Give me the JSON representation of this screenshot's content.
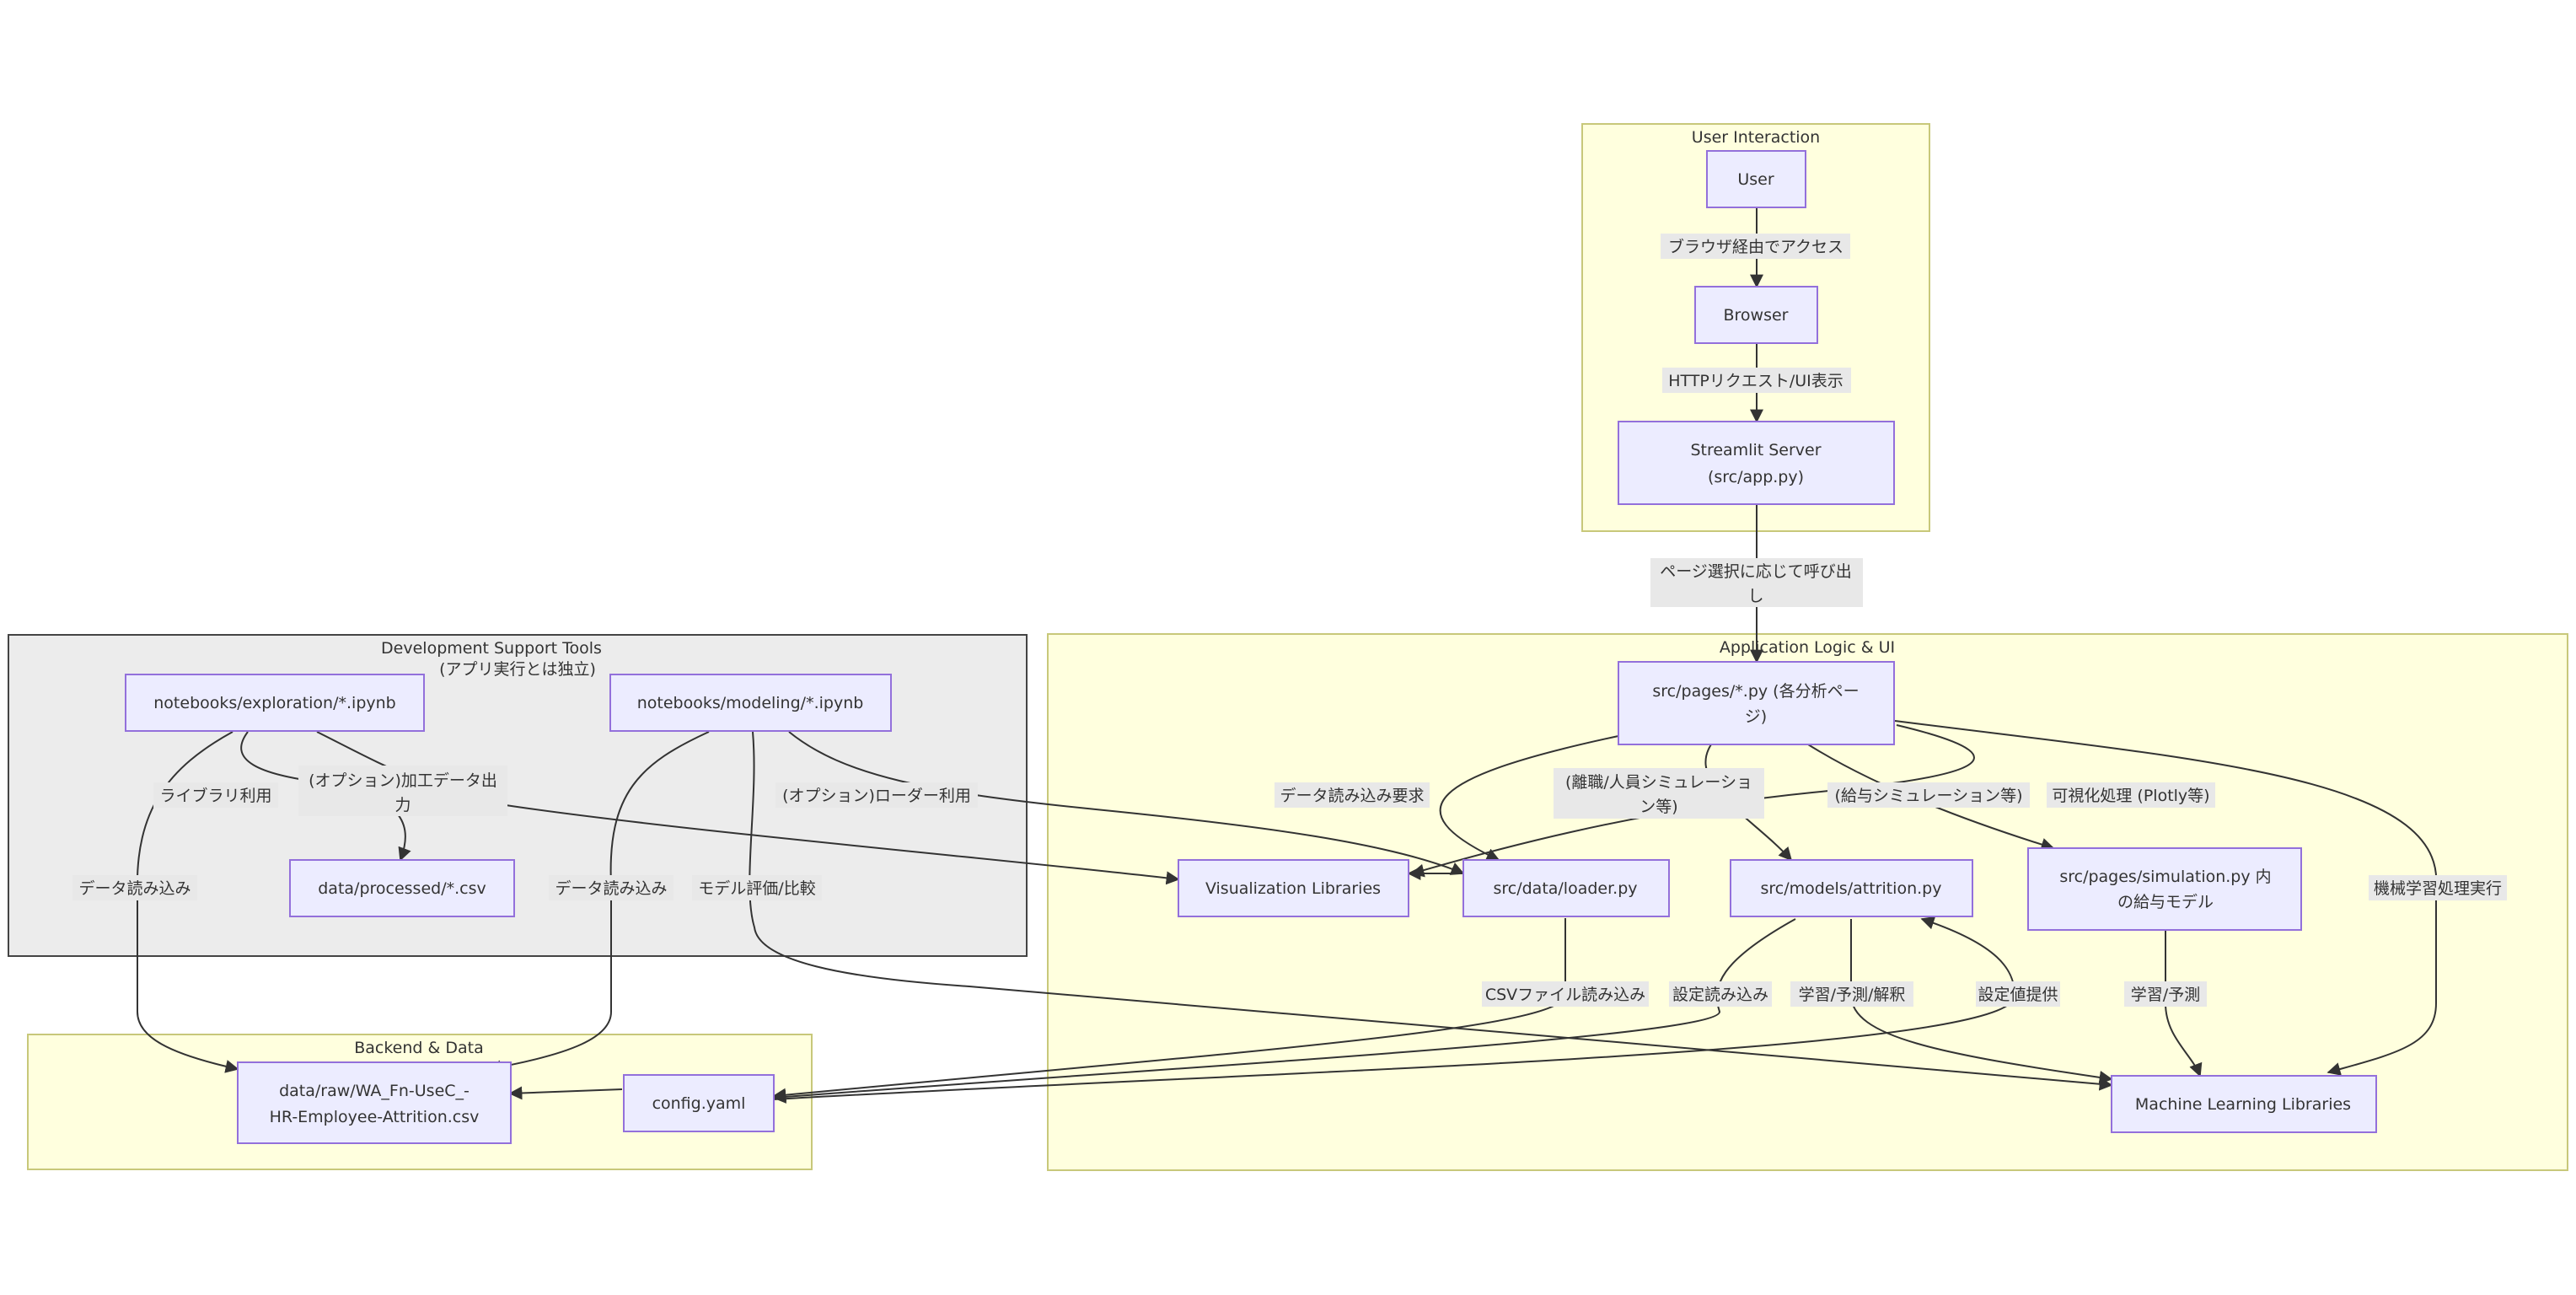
{
  "clusters": {
    "user_interaction": "User Interaction",
    "app_logic": "Application Logic & UI",
    "dev_tools_title": "Development Support Tools",
    "dev_tools_sub": "(アプリ実行とは独立)",
    "backend": "Backend & Data"
  },
  "nodes": {
    "user": "User",
    "browser": "Browser",
    "streamlit_1": "Streamlit Server",
    "streamlit_2": "(src/app.py)",
    "pages_1": "src/pages/*.py (各分析ペー",
    "pages_2": "ジ)",
    "viz": "Visualization Libraries",
    "loader": "src/data/loader.py",
    "attrition": "src/models/attrition.py",
    "sim_1": "src/pages/simulation.py 内",
    "sim_2": "の給与モデル",
    "ml": "Machine Learning Libraries",
    "nb_explore": "notebooks/exploration/*.ipynb",
    "nb_model": "notebooks/modeling/*.ipynb",
    "processed": "data/processed/*.csv",
    "raw_1": "data/raw/WA_Fn-UseC_-",
    "raw_2": "HR-Employee-Attrition.csv",
    "config": "config.yaml"
  },
  "edges": {
    "browser_access": "ブラウザ経由でアクセス",
    "http": "HTTPリクエスト/UI表示",
    "page_call_1": "ページ選択に応じて呼び出",
    "page_call_2": "し",
    "data_req": "データ読み込み要求",
    "attr_sim_1": "(離職/人員シミュレーショ",
    "attr_sim_2": "ン等)",
    "salary_sim": "(給与シミュレーション等)",
    "viz_proc": "可視化処理 (Plotly等)",
    "ml_exec": "機械学習処理実行",
    "csv_read": "CSVファイル読み込み",
    "config_read": "設定読み込み",
    "learn_pred_explain": "学習/予測/解釈",
    "config_provide": "設定値提供",
    "learn_pred": "学習/予測",
    "lib_use": "ライブラリ利用",
    "opt_processed_1": "(オプション)加工データ出",
    "opt_processed_2": "力",
    "data_read_explore": "データ読み込み",
    "data_read_model": "データ読み込み",
    "model_eval": "モデル評価/比較",
    "opt_loader": "(オプション)ローダー利用"
  }
}
